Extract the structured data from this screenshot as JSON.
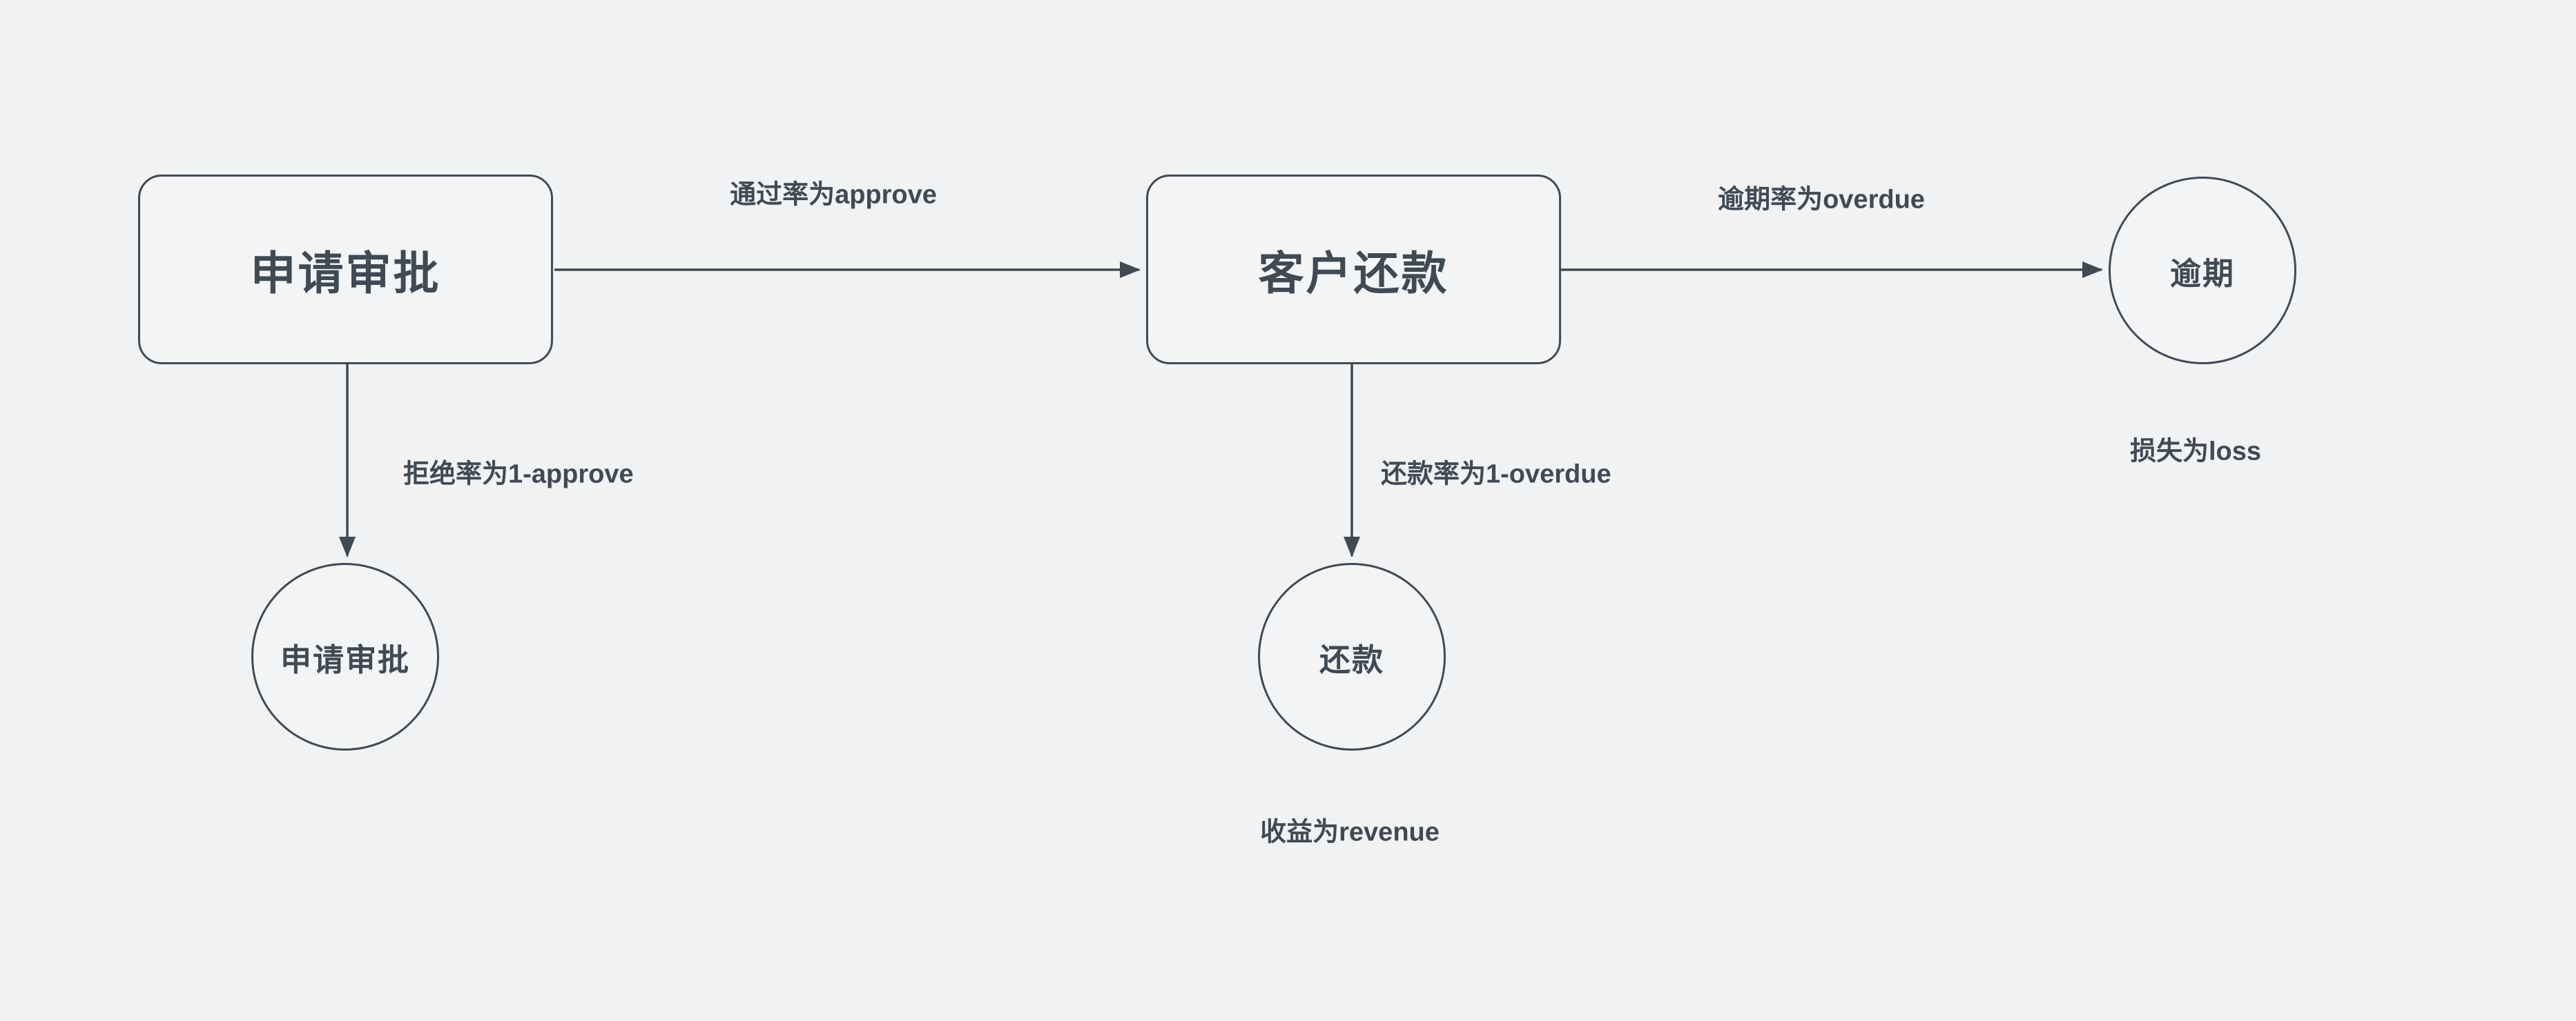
{
  "canvas": {
    "background": "#f1f2f4",
    "stroke_color": "#3f4a55",
    "text_color": "#3f4a55",
    "node_fill": "#f3f4f6"
  },
  "nodes": [
    {
      "id": "application-approval-box",
      "shape": "rounded-rectangle",
      "label": "申请审批"
    },
    {
      "id": "customer-repayment-box",
      "shape": "rounded-rectangle",
      "label": "客户还款"
    },
    {
      "id": "overdue-circle",
      "shape": "circle",
      "label": "逾期"
    },
    {
      "id": "application-approval-circle",
      "shape": "circle",
      "label": "申请审批"
    },
    {
      "id": "repayment-circle",
      "shape": "circle",
      "label": "还款"
    }
  ],
  "edges": [
    {
      "from": "申请审批",
      "to": "客户还款",
      "direction": "right",
      "label": "通过率为approve"
    },
    {
      "from": "客户还款",
      "to": "逾期",
      "direction": "right",
      "label": "逾期率为overdue"
    },
    {
      "from": "申请审批",
      "to": "申请审批",
      "direction": "down",
      "label": "拒绝率为1-approve"
    },
    {
      "from": "客户还款",
      "to": "还款",
      "direction": "down",
      "label": "还款率为1-overdue"
    }
  ],
  "annotations": [
    {
      "near": "逾期",
      "label": "损失为loss"
    },
    {
      "near": "还款",
      "label": "收益为revenue"
    }
  ]
}
